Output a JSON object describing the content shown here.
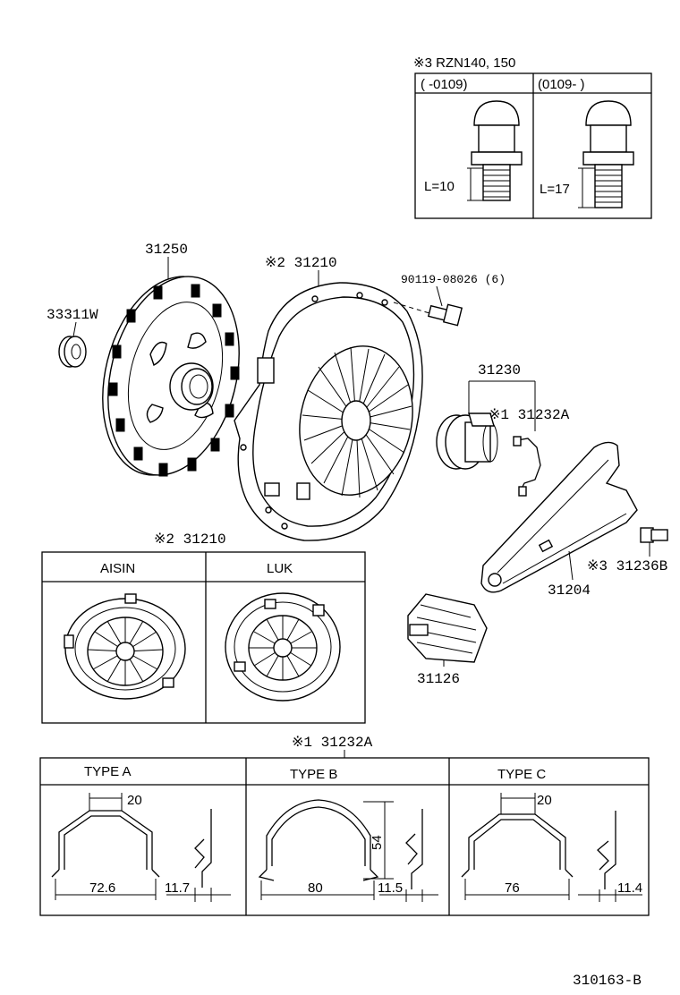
{
  "rzn_box": {
    "title": "※3 RZN140, 150",
    "col_left": "(       -0109)",
    "col_right": "(0109-       )",
    "len_left": "L=10",
    "len_right": "L=17"
  },
  "labels": {
    "p31250": "31250",
    "p33311w": "33311W",
    "p31210": "※2 31210",
    "p90119": "90119-08026 (6)",
    "p31230": "31230",
    "p31232a": "※1 31232A",
    "p31236b": "※3 31236B",
    "p31204": "31204",
    "p31126": "31126"
  },
  "variant_box": {
    "title": "※2 31210",
    "col_left": "AISIN",
    "col_right": "LUK"
  },
  "types_box": {
    "title": "※1 31232A",
    "type_a": {
      "label": "TYPE  A",
      "top": "20",
      "width": "72.6",
      "side": "11.7"
    },
    "type_b": {
      "label": "TYPE  B",
      "height": "54",
      "width": "80",
      "side": "11.5"
    },
    "type_c": {
      "label": "TYPE  C",
      "top": "20",
      "width": "76",
      "side": "11.4"
    }
  },
  "footer": {
    "code": "310163-B"
  }
}
